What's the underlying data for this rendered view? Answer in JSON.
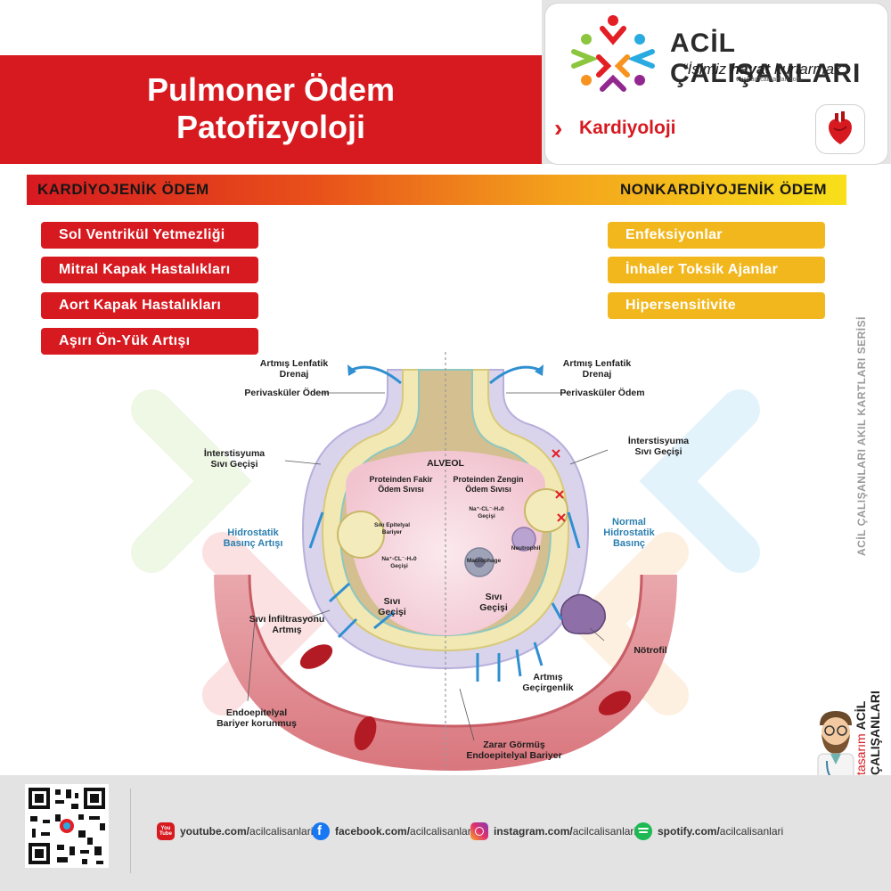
{
  "header": {
    "title_line1": "Pulmoner Ödem",
    "title_line2": "Patofizyoloji",
    "brand_name": "ACİL ÇALIŞANLARI",
    "slogan_prefix": "“İşimiz ",
    "slogan_bold": "hayat",
    "slogan_suffix": " kurtarmak”",
    "brand_url": "www.acilcalisanlari.com",
    "category": "Kardiyoloji"
  },
  "sections": {
    "left_title": "KARDİYOJENİK ÖDEM",
    "right_title": "NONKARDİYOJENİK ÖDEM",
    "left_items": [
      "Sol Ventrikül Yetmezliği",
      "Mitral Kapak Hastalıkları",
      "Aort Kapak Hastalıkları",
      "Aşırı Ön-Yük Artışı"
    ],
    "right_items": [
      "Enfeksiyonlar",
      "İnhaler Toksik Ajanlar",
      "Hipersensitivite"
    ]
  },
  "diagram": {
    "left": {
      "lymph": "Artmış Lenfatik\nDrenaj",
      "perivascular": "Perivasküler Ödem",
      "interstitial": "İnterstisyuma\nSıvı Geçişi",
      "hydrostatic": "Hidrostatik\nBasınç Artışı",
      "infiltration": "Sıvı İnfiltrasyonu\nArtmış",
      "endothelial": "Endoepitelyal\nBariyer korunmuş",
      "fluid_title": "Proteinden Fakir\nÖdem Sıvısı",
      "barrier": "Sıkı Epitelyal\nBariyer",
      "ion": "Na⁺-CL⁻-H₂0\nGeçişi",
      "fluid_passage": "Sıvı\nGeçişi"
    },
    "center": {
      "alveol": "ALVEOL"
    },
    "right": {
      "lymph": "Artmış Lenfatik\nDrenaj",
      "perivascular": "Perivasküler Ödem",
      "interstitial": "İnterstisyuma\nSıvı Geçişi",
      "hydrostatic": "Normal\nHidrostatik\nBasınç",
      "neutrophil": "Nötrofil",
      "permeability": "Artmış\nGeçirgenlik",
      "endothelial": "Zarar Görmüş\nEndoepitelyal Bariyer",
      "fluid_title": "Proteinden Zengin\nÖdem Sıvısı",
      "ion": "Na⁺-CL⁻-H₂0\nGeçişi",
      "neutrophil_small": "Neutrophil",
      "macrophage": "Macrophage",
      "fluid_passage": "Sıvı\nGeçişi"
    }
  },
  "sidebar": {
    "series": "ACİL ÇALIŞANLARI AKIL KARTLARI SERİSİ",
    "design_prefix": "tasarım",
    "design_brand": "ACİL ÇALIŞANLARI"
  },
  "footer": {
    "youtube_prefix": "youtube.com/",
    "youtube_handle": "acilcalisanlari",
    "facebook_prefix": "facebook.com/",
    "facebook_handle": "acilcalisanlari",
    "instagram_prefix": "instagram.com/",
    "instagram_handle": "acilcalisanlari",
    "spotify_prefix": "spotify.com/",
    "spotify_handle": "acilcalisanlari",
    "youtube_icon_text": "You Tube"
  },
  "colors": {
    "brand_red": "#d71920",
    "brand_yellow": "#f2b71d",
    "link_blue": "#2a7fb0"
  }
}
